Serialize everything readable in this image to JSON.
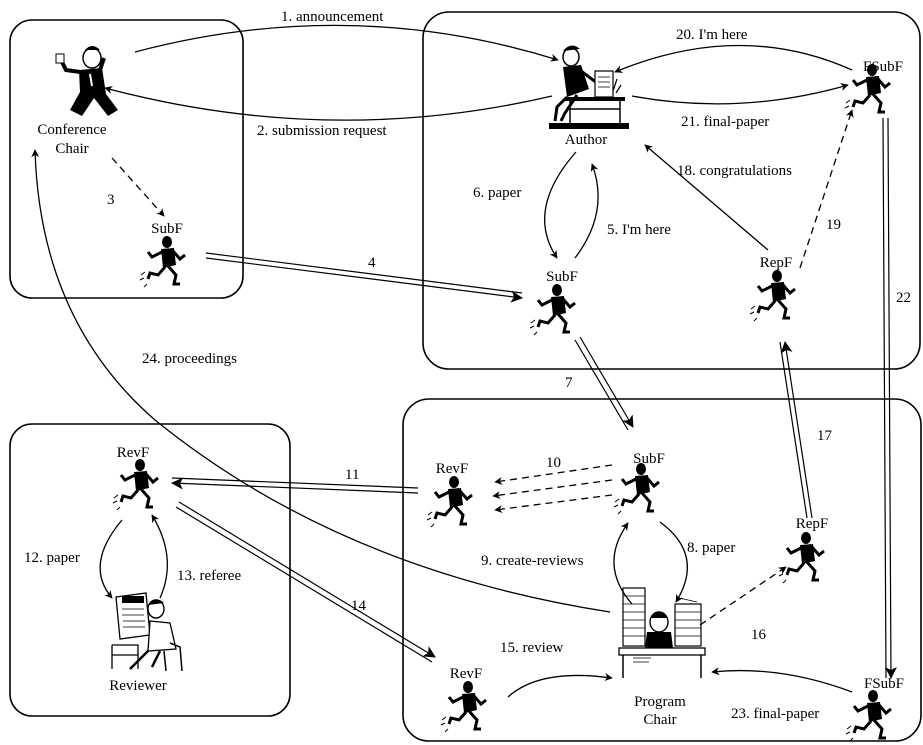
{
  "nodes": {
    "conference_chair": "Conference Chair",
    "conference_chair_line1": "Conference",
    "conference_chair_line2": "Chair",
    "subf_chair": "SubF",
    "author": "Author",
    "subf_author": "SubF",
    "repf_author": "RepF",
    "fsubf_top": "FSubF",
    "revf_reviewer": "RevF",
    "reviewer": "Reviewer",
    "revf_pc": "RevF",
    "subf_pc": "SubF",
    "repf_pc": "RepF",
    "revf_pc_bottom": "RevF",
    "program_chair_line1": "Program",
    "program_chair_line2": "Chair",
    "fsubf_bottom": "FSubF"
  },
  "edges": {
    "e1": "1. announcement",
    "e2": "2. submission request",
    "e3": "3",
    "e4": "4",
    "e5": "5. I'm here",
    "e6": "6. paper",
    "e7": "7",
    "e8": "8. paper",
    "e9": "9. create-reviews",
    "e10": "10",
    "e11": "11",
    "e12": "12. paper",
    "e13": "13. referee",
    "e14": "14",
    "e15": "15. review",
    "e16": "16",
    "e17": "17",
    "e18": "18. congratulations",
    "e19": "19",
    "e20": "20. I'm here",
    "e21": "21. final-paper",
    "e22": "22",
    "e23": "23. final-paper",
    "e24": "24. proceedings"
  }
}
